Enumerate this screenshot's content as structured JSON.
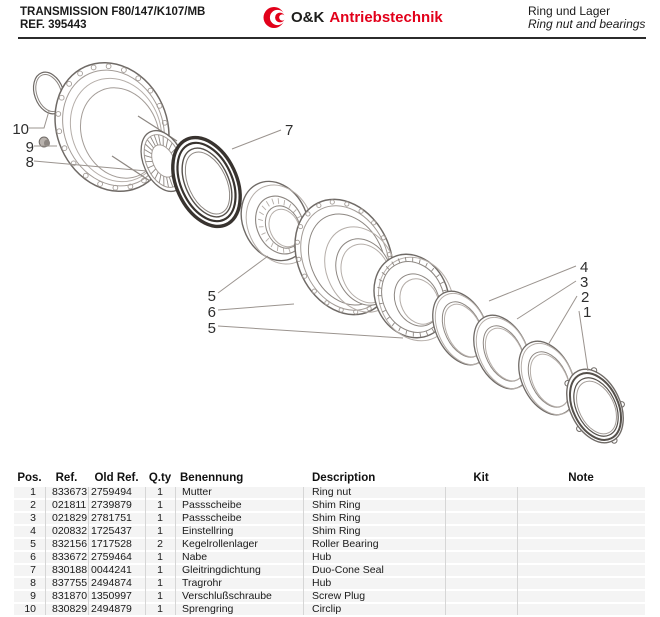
{
  "header": {
    "title_line1": "TRANSMISSION F80/147/K107/MB",
    "title_line2": "REF. 395443",
    "brand": {
      "left": "O&K",
      "right": "Antriebstechnik",
      "red": "#e2001a"
    },
    "subtitle_de": "Ring und Lager",
    "subtitle_en": "Ring nut and bearings"
  },
  "diagram": {
    "callouts": [
      {
        "label": "10"
      },
      {
        "label": "9"
      },
      {
        "label": "8"
      },
      {
        "label": "7"
      },
      {
        "label": "5"
      },
      {
        "label": "6"
      },
      {
        "label": "5"
      },
      {
        "label": "4"
      },
      {
        "label": "3"
      },
      {
        "label": "2"
      },
      {
        "label": "1"
      }
    ]
  },
  "table": {
    "headers": [
      "Pos.",
      "Ref.",
      "Old Ref.",
      "Q.ty",
      "Benennung",
      "Description",
      "Kit",
      "Note"
    ],
    "rows": [
      [
        "1",
        "833673",
        "2759494",
        "1",
        "Mutter",
        "Ring nut",
        "",
        ""
      ],
      [
        "2",
        "021811",
        "2739879",
        "1",
        "Passscheibe",
        "Shim Ring",
        "",
        ""
      ],
      [
        "3",
        "021829",
        "2781751",
        "1",
        "Passscheibe",
        "Shim Ring",
        "",
        ""
      ],
      [
        "4",
        "020832",
        "1725437",
        "1",
        "Einstellring",
        "Shim Ring",
        "",
        ""
      ],
      [
        "5",
        "832156",
        "1717528",
        "2",
        "Kegelrollenlager",
        "Roller Bearing",
        "",
        ""
      ],
      [
        "6",
        "833672",
        "2759464",
        "1",
        "Nabe",
        "Hub",
        "",
        ""
      ],
      [
        "7",
        "830188",
        "0044241",
        "1",
        "Gleitringdichtung",
        "Duo-Cone Seal",
        "",
        ""
      ],
      [
        "8",
        "837755",
        "2494874",
        "1",
        "Tragrohr",
        "Hub",
        "",
        ""
      ],
      [
        "9",
        "831870",
        "1350997",
        "1",
        "Verschlußschraube",
        "Screw Plug",
        "",
        ""
      ],
      [
        "10",
        "830829",
        "2494879",
        "1",
        "Sprengring",
        "Circlip",
        "",
        ""
      ]
    ]
  }
}
